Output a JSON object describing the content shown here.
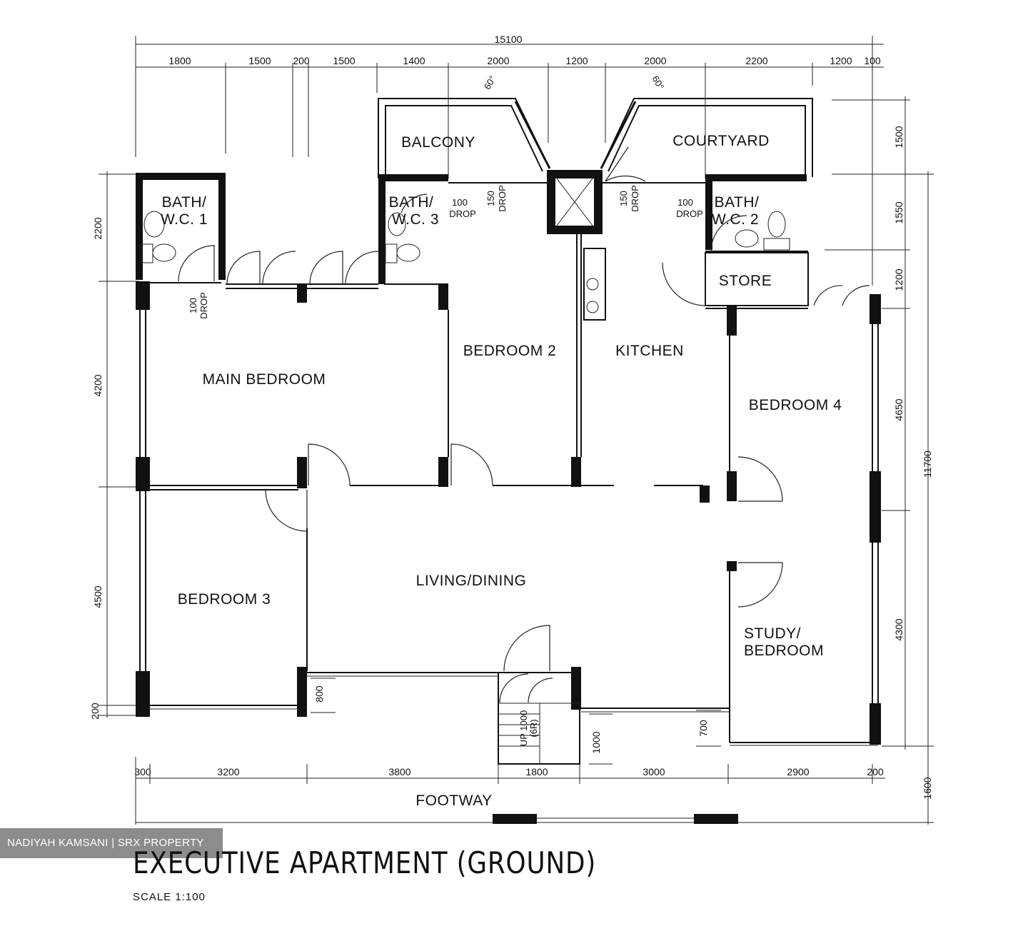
{
  "plan": {
    "title": "EXECUTIVE APARTMENT (GROUND)",
    "scale": "SCALE 1:100",
    "watermark": "NADIYAH KAMSANI | SRX PROPERTY"
  },
  "rooms": {
    "balcony": "BALCONY",
    "courtyard": "COURTYARD",
    "bath1_l1": "BATH/",
    "bath1_l2": "W.C. 1",
    "bath3_l1": "BATH/",
    "bath3_l2": "W.C. 3",
    "bath2_l1": "BATH/",
    "bath2_l2": "W.C. 2",
    "store": "STORE",
    "main_bedroom": "MAIN  BEDROOM",
    "bedroom2": "BEDROOM 2",
    "kitchen": "KITCHEN",
    "bedroom4": "BEDROOM 4",
    "bedroom3": "BEDROOM  3",
    "living": "LIVING/DINING",
    "study_l1": "STUDY/",
    "study_l2": "BEDROOM",
    "footway": "FOOTWAY"
  },
  "annotations": {
    "drop_100": "100",
    "drop_label": "DROP",
    "drop_150": "150",
    "angle_60": "60°",
    "stair_up": "UP 1000",
    "stair_risers": "(6R)"
  },
  "dims": {
    "top_total": "15100",
    "top": [
      "1800",
      "1500",
      "200",
      "1500",
      "1400",
      "2000",
      "1200",
      "2000",
      "2200",
      "1200",
      "100"
    ],
    "bottom": [
      "300",
      "3200",
      "3800",
      "1800",
      "3000",
      "2900",
      "200"
    ],
    "left": [
      "2200",
      "4200",
      "4500",
      "200"
    ],
    "right": [
      "1500",
      "1550",
      "1200",
      "4650",
      "4300",
      "1600"
    ],
    "right_total": "11700",
    "misc": [
      "800",
      "1000",
      "700"
    ]
  }
}
